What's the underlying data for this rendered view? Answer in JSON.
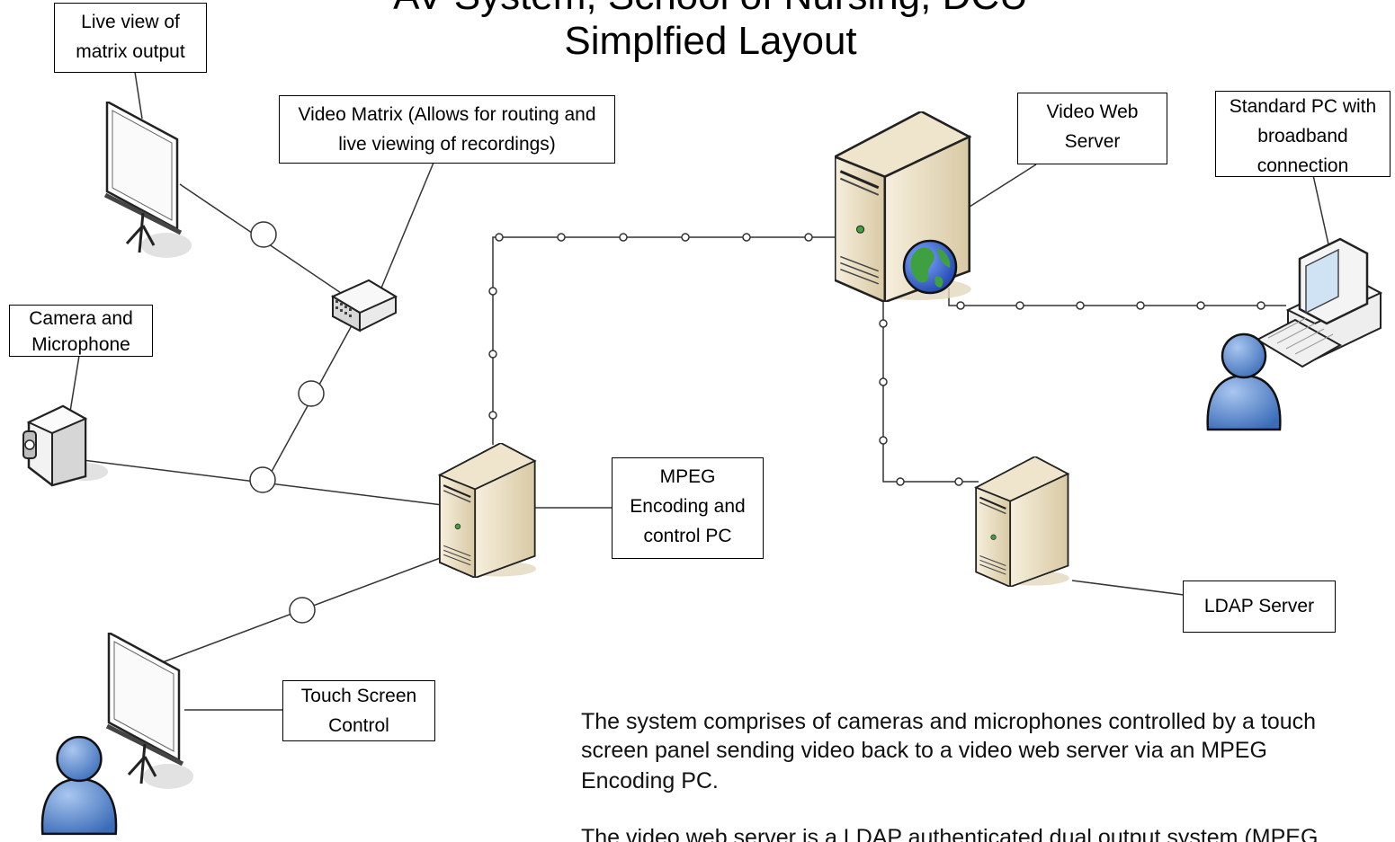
{
  "title": {
    "line1": "AV System, School of Nursing, DCU",
    "line2": "Simplfied Layout"
  },
  "labels": {
    "live_view": "Live view of matrix output",
    "video_matrix": "Video Matrix (Allows for routing and live viewing of recordings)",
    "camera_mic": "Camera and Microphone",
    "mpeg_pc": "MPEG Encoding and control PC",
    "touch_screen": "Touch Screen Control",
    "video_web_server": "Video Web Server",
    "standard_pc": "Standard PC with broadband connection",
    "ldap_server": "LDAP Server"
  },
  "description": {
    "paragraph1_line1": "The system comprises of cameras and microphones controlled by a touch",
    "paragraph1_line2": "screen panel sending video back to a video web server via an MPEG",
    "paragraph1_line3": "Encoding PC.",
    "paragraph2_line1": "The video web server is a LDAP authenticated dual output system (MPEG"
  },
  "icons": {
    "projector_screen": "projector-screen-icon",
    "video_matrix": "network-switch-icon",
    "camcorder": "camcorder-icon",
    "tower_server": "tower-server-icon",
    "globe": "globe-icon",
    "desktop_pc": "desktop-computer-icon",
    "user": "user-icon"
  },
  "colors": {
    "server_body": "#e8dcc0",
    "server_shadow": "#b9a57c",
    "user_blue": "#4f7fc6",
    "globe_blue": "#2f5fd0",
    "globe_green": "#3ea040",
    "line": "#333333"
  }
}
